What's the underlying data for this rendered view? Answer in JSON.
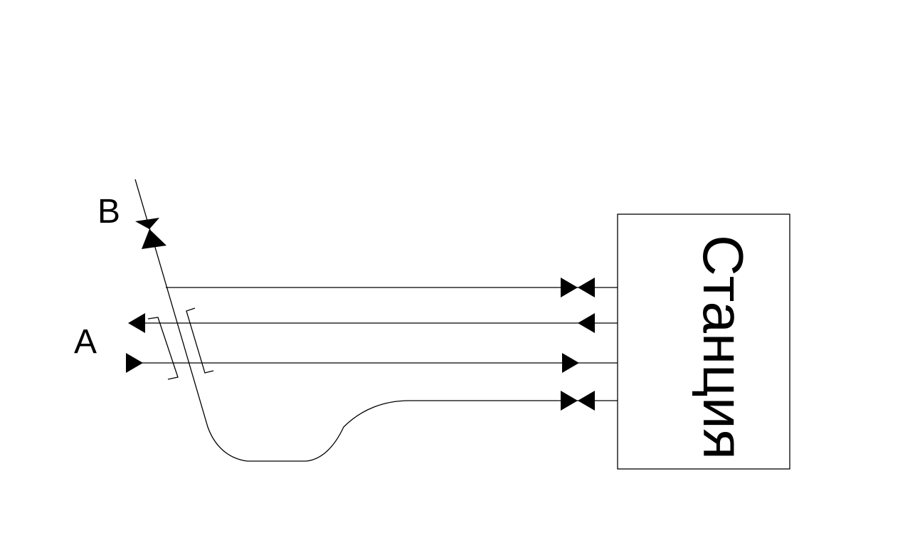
{
  "labels": {
    "station": "Станция",
    "point_a": "A",
    "point_b": "B"
  },
  "colors": {
    "background": "#ffffff",
    "stroke": "#000000"
  }
}
